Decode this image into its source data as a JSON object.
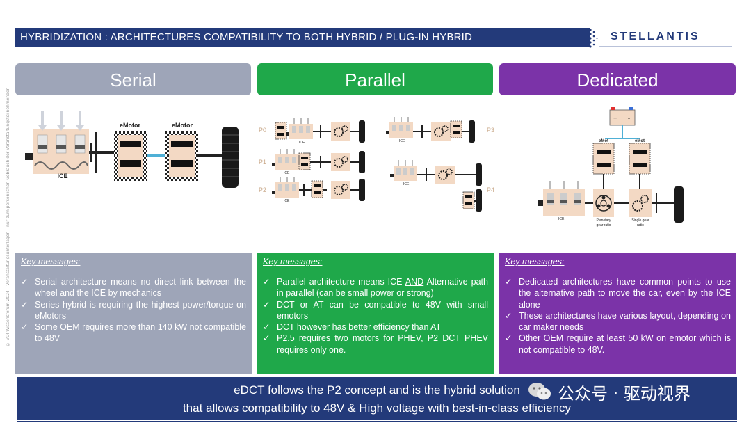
{
  "side_note": "© VDI Wissensforum 2024 – Veranstaltungsunterlagen – nur zum persönlichen Gebrauch der Veranstaltungsteilnehmenden",
  "header": {
    "title": "HYBRIDIZATION : ARCHITECTURES COMPATIBILITY TO BOTH HYBRID / PLUG-IN HYBRID",
    "logo": "STELLANTIS"
  },
  "colors": {
    "serial": "#9ea5b8",
    "parallel": "#1fa84a",
    "dedicated": "#7b33a8",
    "navy": "#233a7a",
    "motor_fill": "#f3d9c4"
  },
  "columns": [
    {
      "title": "Serial",
      "diagram_labels": {
        "ice": "ICE",
        "emotor_1": "eMotor",
        "emotor_2": "eMotor"
      },
      "key_heading": "Key messages:",
      "messages": [
        "Serial architecture means no direct link between the wheel and the ICE by mechanics",
        "Series hybrid is requiring the highest power/torque on eMotors",
        "Some OEM requires more than 140 kW not compatible to 48V"
      ]
    },
    {
      "title": "Parallel",
      "diagram_labels": {
        "p0": "P0",
        "p1": "P1",
        "p2": "P2",
        "p3": "P3",
        "p4": "P4",
        "ice": "ICE"
      },
      "key_heading": "Key messages:",
      "messages": [
        {
          "before": "Parallel architecture means ICE ",
          "underlined": "AND",
          "after": " Alternative path in parallel (can be small power or strong)"
        },
        "DCT or AT can be compatible to 48V with small emotors",
        "DCT however has better efficiency than AT",
        "P2.5 requires two motors for PHEV, P2 DCT PHEV requires only one."
      ]
    },
    {
      "title": "Dedicated",
      "diagram_labels": {
        "battery_plus": "+",
        "battery_minus": "-",
        "emot_1": "eMot",
        "emot_2": "eMot",
        "ice": "ICE",
        "planetary_1": "Planetary",
        "planetary_2": "gear ratio",
        "single_1": "Single gear",
        "single_2": "ratio"
      },
      "key_heading": "Key messages:",
      "messages": [
        "Dedicated architectures have common points to use the alternative path to move the car, even by the ICE alone",
        "These architectures have various layout, depending on car maker needs",
        "Other OEM require at least 50 kW on emotor which is not compatible to 48V."
      ]
    }
  ],
  "check_glyph": "✓",
  "footer": {
    "line1": "eDCT follows the P2 concept and is the hybrid solution",
    "line2": "that allows compatibility to 48V & High voltage with best-in-class efficiency"
  },
  "watermark": {
    "icon": "wechat-icon",
    "text": "公众号 · 驱动视界"
  }
}
